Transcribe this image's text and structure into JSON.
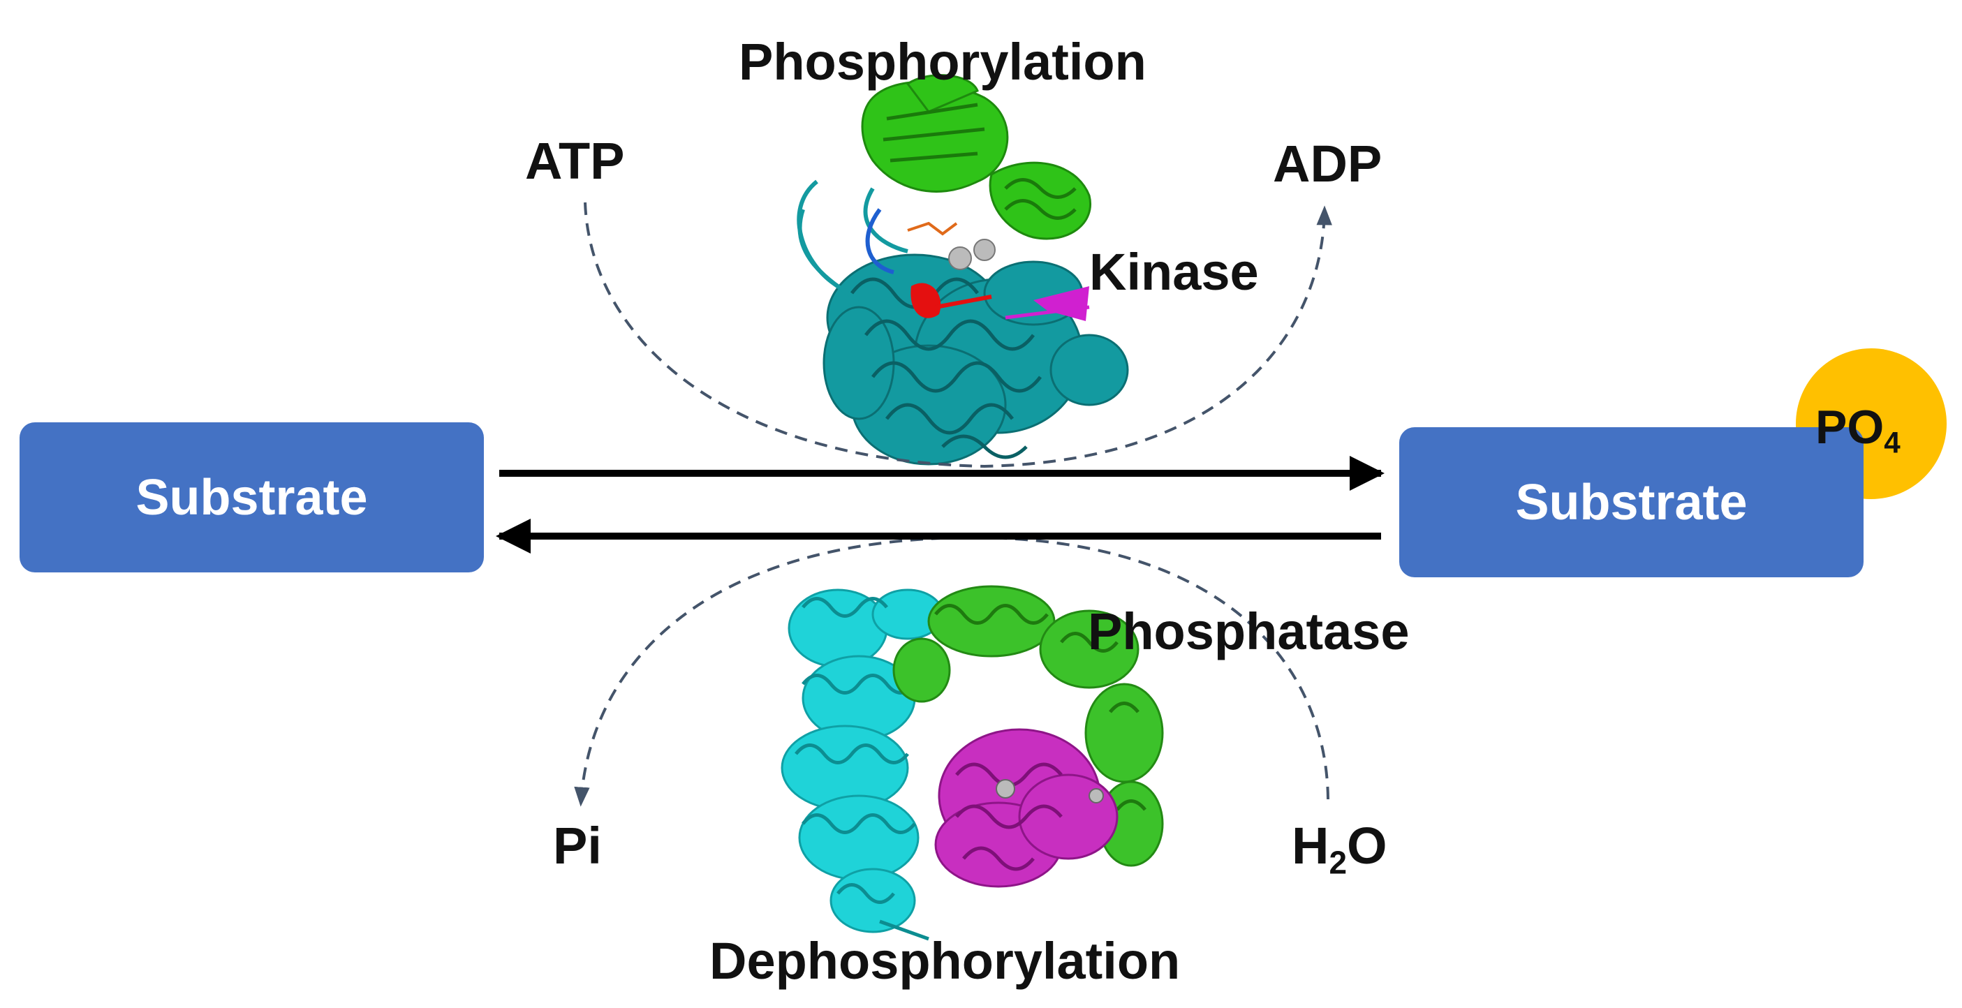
{
  "colors": {
    "box_fill": "#4472C4",
    "phosphate": "#FFC000",
    "arrow": "#000000",
    "dashed": "#44546A",
    "kinase_helix": "#139AA0",
    "kinase_lobe": "#2FC318",
    "phosphatase_a": "#1FD3D8",
    "phosphatase_b": "#3CC22A",
    "phosphatase_c": "#C82FC0",
    "highlight_red": "#E41010",
    "highlight_magenta": "#D020D0"
  },
  "labels": {
    "phosphorylation": "Phosphorylation",
    "atp": "ATP",
    "adp": "ADP",
    "kinase": "Kinase",
    "phosphatase": "Phosphatase",
    "pi": "Pi",
    "h2o_main": "H",
    "h2o_sub": "2",
    "h2o_end": "O",
    "dephosphorylation": "Dephosphorylation"
  },
  "substrate_left": {
    "label": "Substrate"
  },
  "substrate_right": {
    "label": "Substrate"
  },
  "phosphate": {
    "main": "PO",
    "sub": "4"
  },
  "icons": {
    "kinase": "kinase-protein-structure-icon",
    "phosphatase": "phosphatase-protein-structure-icon"
  }
}
